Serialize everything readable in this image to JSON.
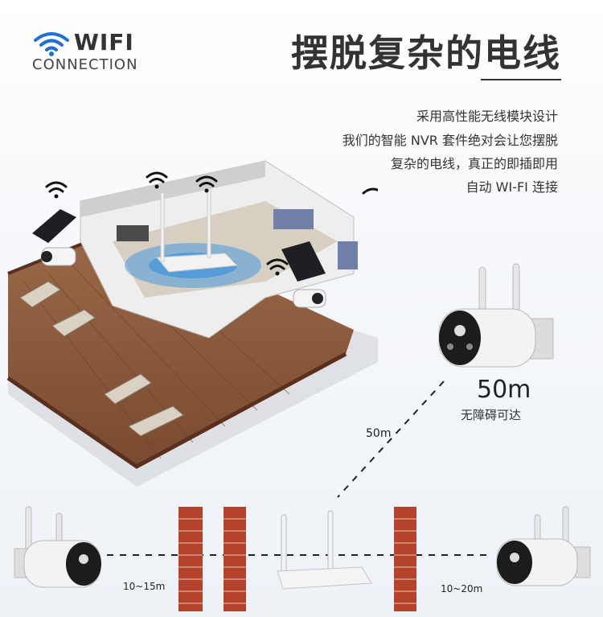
{
  "header": {
    "wifi_word": "WIFI",
    "connection_word": "CONNECTION",
    "title": "摆脱复杂的电线"
  },
  "description": [
    "采用高性能无线模块设计",
    "我们的智能 NVR 套件绝对会让您摆脱",
    "复杂的电线，真正的即插即用",
    "自动 WI-FI 连接"
  ],
  "range": {
    "distance_big": "50m",
    "obstacle_free": "无障碍可达",
    "distance_line": "50m",
    "left_range": "10~15m",
    "right_range": "10~20m"
  },
  "colors": {
    "wifi_blue": "#1f6fd6",
    "brick": "#b5432c",
    "deck": "#8c5a3c",
    "signal_blue": "#2a8de0"
  },
  "icons": [
    "wifi-icon",
    "camera-icon",
    "solar-panel-icon",
    "router-icon",
    "brick-wall-icon"
  ]
}
